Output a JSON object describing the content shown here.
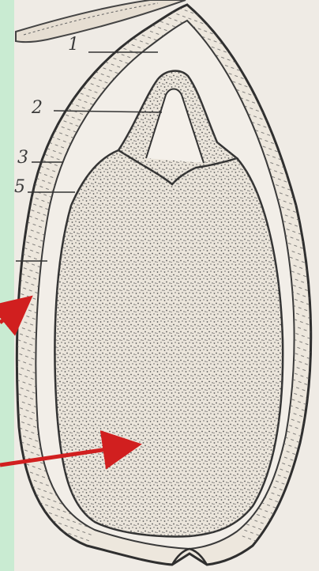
{
  "diagram": {
    "labels": [
      {
        "id": "label-1",
        "text": "1"
      },
      {
        "id": "label-2",
        "text": "2"
      },
      {
        "id": "label-3",
        "text": "3"
      },
      {
        "id": "label-5",
        "text": "5"
      }
    ],
    "colors": {
      "background": "#c9ebd2",
      "paper": "#efebe5",
      "ink": "#3a3a3a",
      "arrow": "#d11f1f",
      "endosperm_dots": "#555555"
    },
    "arrows": [
      {
        "name": "arrow-to-seed-coat",
        "color": "#d11f1f"
      },
      {
        "name": "arrow-to-endosperm",
        "color": "#d11f1f"
      }
    ]
  }
}
